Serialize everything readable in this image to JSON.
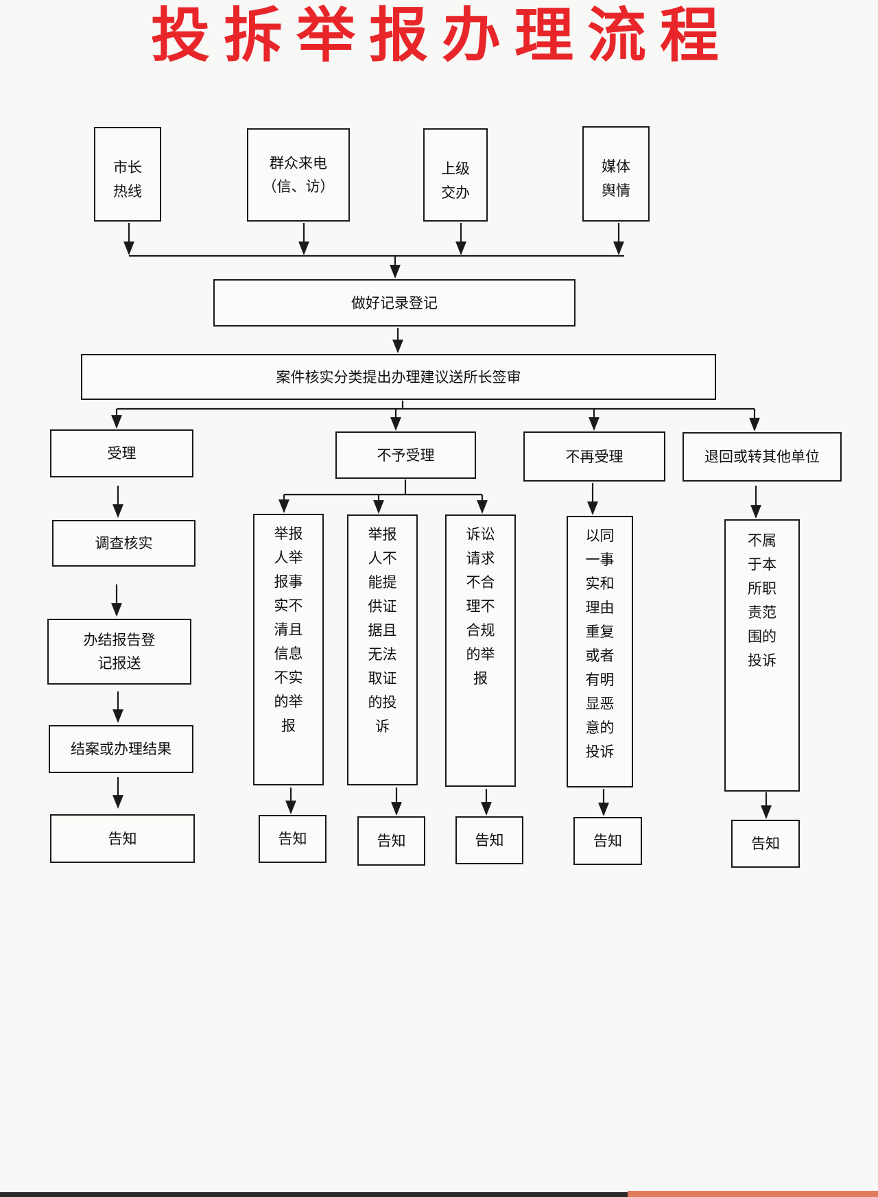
{
  "title": "投拆举报办理流程",
  "colors": {
    "title": "#e8262a",
    "line": "#1a1a1a"
  },
  "sources": [
    "市长热线",
    "群众来电（信、访）",
    "上级交办",
    "媒体舆情"
  ],
  "register": "做好记录登记",
  "review": "案件核实分类提出办理建议送所长签审",
  "branches": [
    "受理",
    "不予受理",
    "不再受理",
    "退回或转其他单位"
  ],
  "accept_steps": [
    "调查核实",
    "办结报告登记报送",
    "结案或办理结果",
    "告知"
  ],
  "reject_reasons": [
    "举报人举报事实不清且信息不实的举报",
    "举报人不能提供证据且无法取证的投诉",
    "诉讼请求不合理不合规的举报"
  ],
  "no_reaccept_reason": "以同一事实和理由重复或者有明显恶意的投诉",
  "return_reason": "不属于本所职责范围的投诉",
  "notify": "告知"
}
